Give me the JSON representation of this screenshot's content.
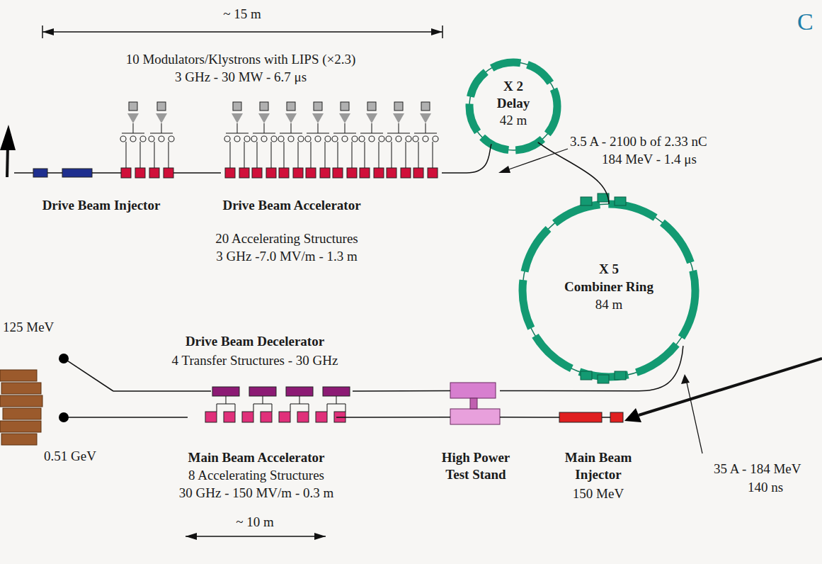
{
  "diagram": {
    "nodes": [
      {
        "text": [
          "Drive Beam Injector"
        ]
      },
      {
        "text": [
          "Drive Beam Accelerator"
        ]
      },
      {
        "text": [
          "X 2",
          "Delay",
          "42 m"
        ]
      },
      {
        "text": [
          "X 5",
          "Combiner Ring",
          "84 m"
        ]
      },
      {
        "text": [
          "Drive Beam Decelerator",
          "4 Transfer Structures - 30 GHz"
        ]
      },
      {
        "text": [
          "High Power Test Stand"
        ]
      },
      {
        "text": [
          "Main Beam Injector",
          "150 MeV"
        ]
      },
      {
        "text": [
          "Main Beam Accelerator",
          "8 Accelerating Structures",
          "30 GHz - 150 MV/m - 0.3 m"
        ]
      }
    ],
    "edges": [
      {
        "from": 0,
        "to": 1,
        "arrow": "none"
      },
      {
        "from": 1,
        "to": 2,
        "arrow": "none"
      },
      {
        "from": 2,
        "to": 3,
        "arrow": "none"
      },
      {
        "from": 3,
        "to": 5,
        "arrow": "none"
      },
      {
        "from": 5,
        "to": 4,
        "arrow": "none"
      },
      {
        "from": 6,
        "to": 5,
        "arrow": "none"
      },
      {
        "from": 5,
        "to": 7,
        "arrow": "none"
      }
    ],
    "labels": [
      "~ 15 m",
      "10 Modulators/Klystrons with LIPS (×2.3)",
      "3 GHz - 30 MW - 6.7 μs",
      "3.5 A - 2100 b of 2.33 nC",
      "184 MeV - 1.4 μs",
      "20 Accelerating Structures",
      "3 GHz -7.0 MV/m - 1.3 m",
      "125 MeV",
      "0.51 GeV",
      "35 A - 184 MeV",
      "140 ns",
      "~ 10 m",
      "C"
    ]
  }
}
